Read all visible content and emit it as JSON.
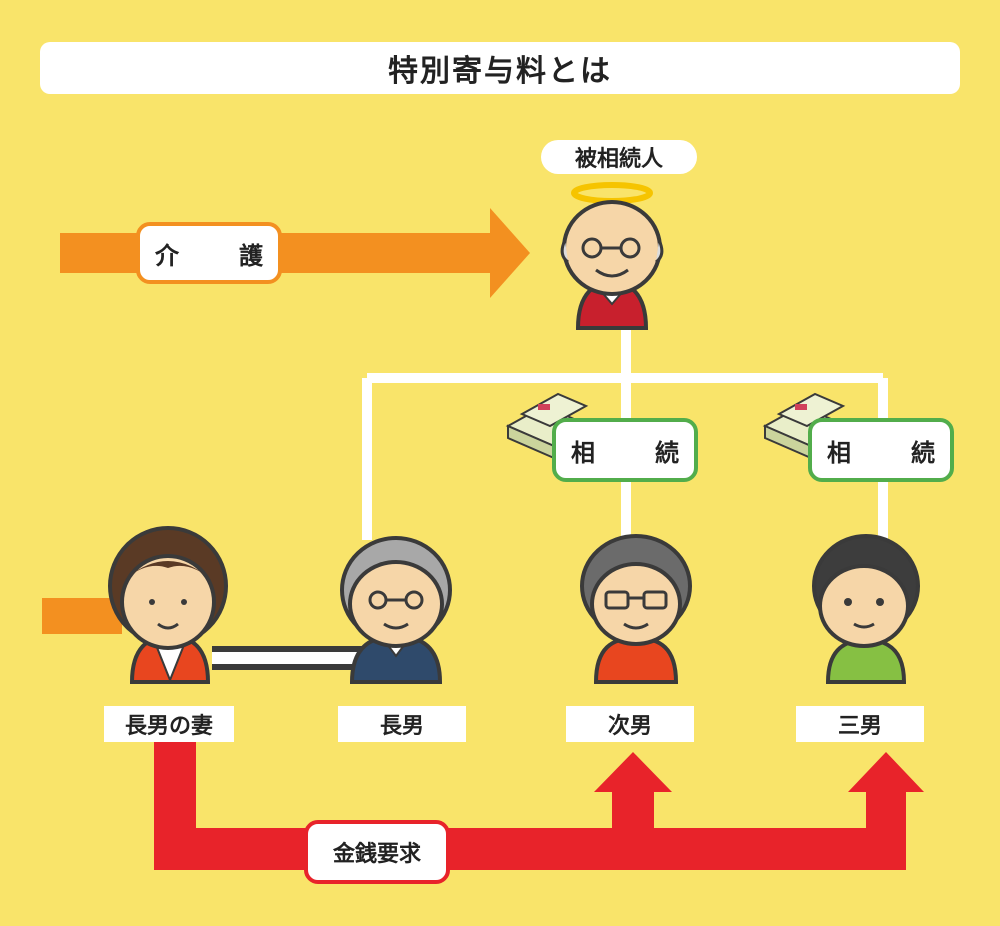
{
  "title": "特別寄与料とは",
  "deceased_label": "被相続人",
  "care_label": "介　護",
  "inherit_labels": [
    "相　続",
    "相　続"
  ],
  "demand_label": "金銭要求",
  "people": {
    "wife": "長男の妻",
    "eldest": "長男",
    "second": "次男",
    "third": "三男"
  },
  "colors": {
    "background": "#f9e46a",
    "care_arrow": "#f39020",
    "inherit_border": "#52ad4b",
    "demand_arrow": "#e8232a",
    "lines": "#ffffff"
  },
  "icons": [
    "halo-icon",
    "money-bundle-icon"
  ]
}
